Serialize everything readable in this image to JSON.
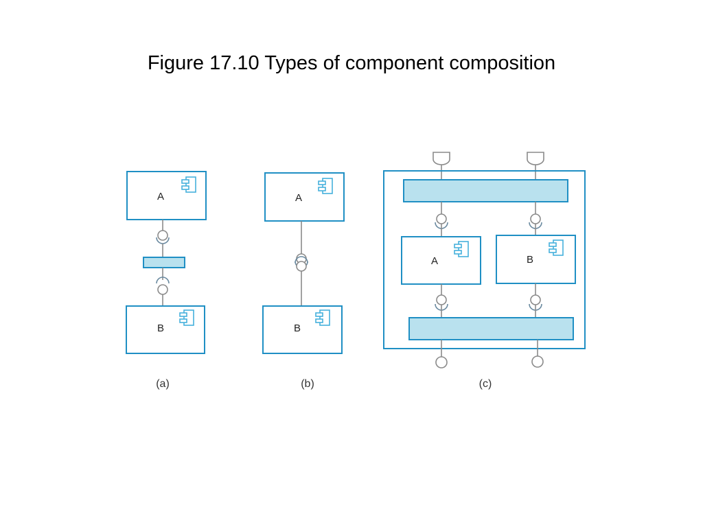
{
  "title": "Figure 17.10  Types of component composition",
  "colors": {
    "component_border": "#1f8fc4",
    "connector_fill": "#b9e1ee",
    "wire": "#8a8a8a"
  },
  "panels": {
    "a": {
      "caption": "(a)",
      "top_component": "A",
      "bottom_component": "B"
    },
    "b": {
      "caption": "(b)",
      "top_component": "A",
      "bottom_component": "B"
    },
    "c": {
      "caption": "(c)",
      "left_component": "A",
      "right_component": "B"
    }
  }
}
